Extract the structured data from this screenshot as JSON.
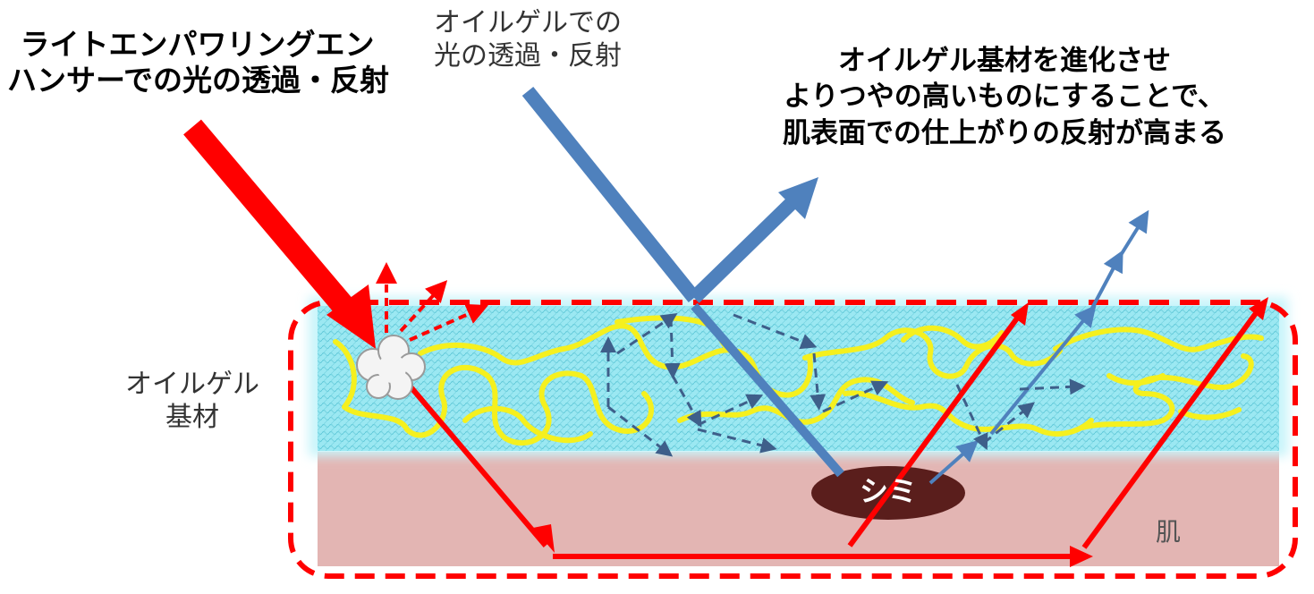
{
  "labels": {
    "left_title_line1": "ライトエンパワリングエン",
    "left_title_line2": "ハンサーでの光の透過・反射",
    "center_title_line1": "オイルゲルでの",
    "center_title_line2": "光の透過・反射",
    "right_title_line1": "オイルゲル基材を進化させ",
    "right_title_line2": "よりつやの高いものにすることで、",
    "right_title_line3": "肌表面での仕上がりの反射が高まる",
    "base_line1": "オイルゲル",
    "base_line2": "基材",
    "spot": "シミ",
    "skin": "肌"
  },
  "colors": {
    "red_arrow": "#ff0000",
    "blue_arrow": "#4f81bd",
    "dashed_blue": "#3e5f8a",
    "gel_fill": "#9be8f2",
    "gel_glow": "#c8f4fa",
    "fiber_yellow": "#f5f01e",
    "skin_fill": "#e3b5b3",
    "spot_fill": "#5a1e1c",
    "outline_dashed": "#ff0000"
  },
  "icons": {
    "light_burst": "cloud-scatter-icon"
  }
}
